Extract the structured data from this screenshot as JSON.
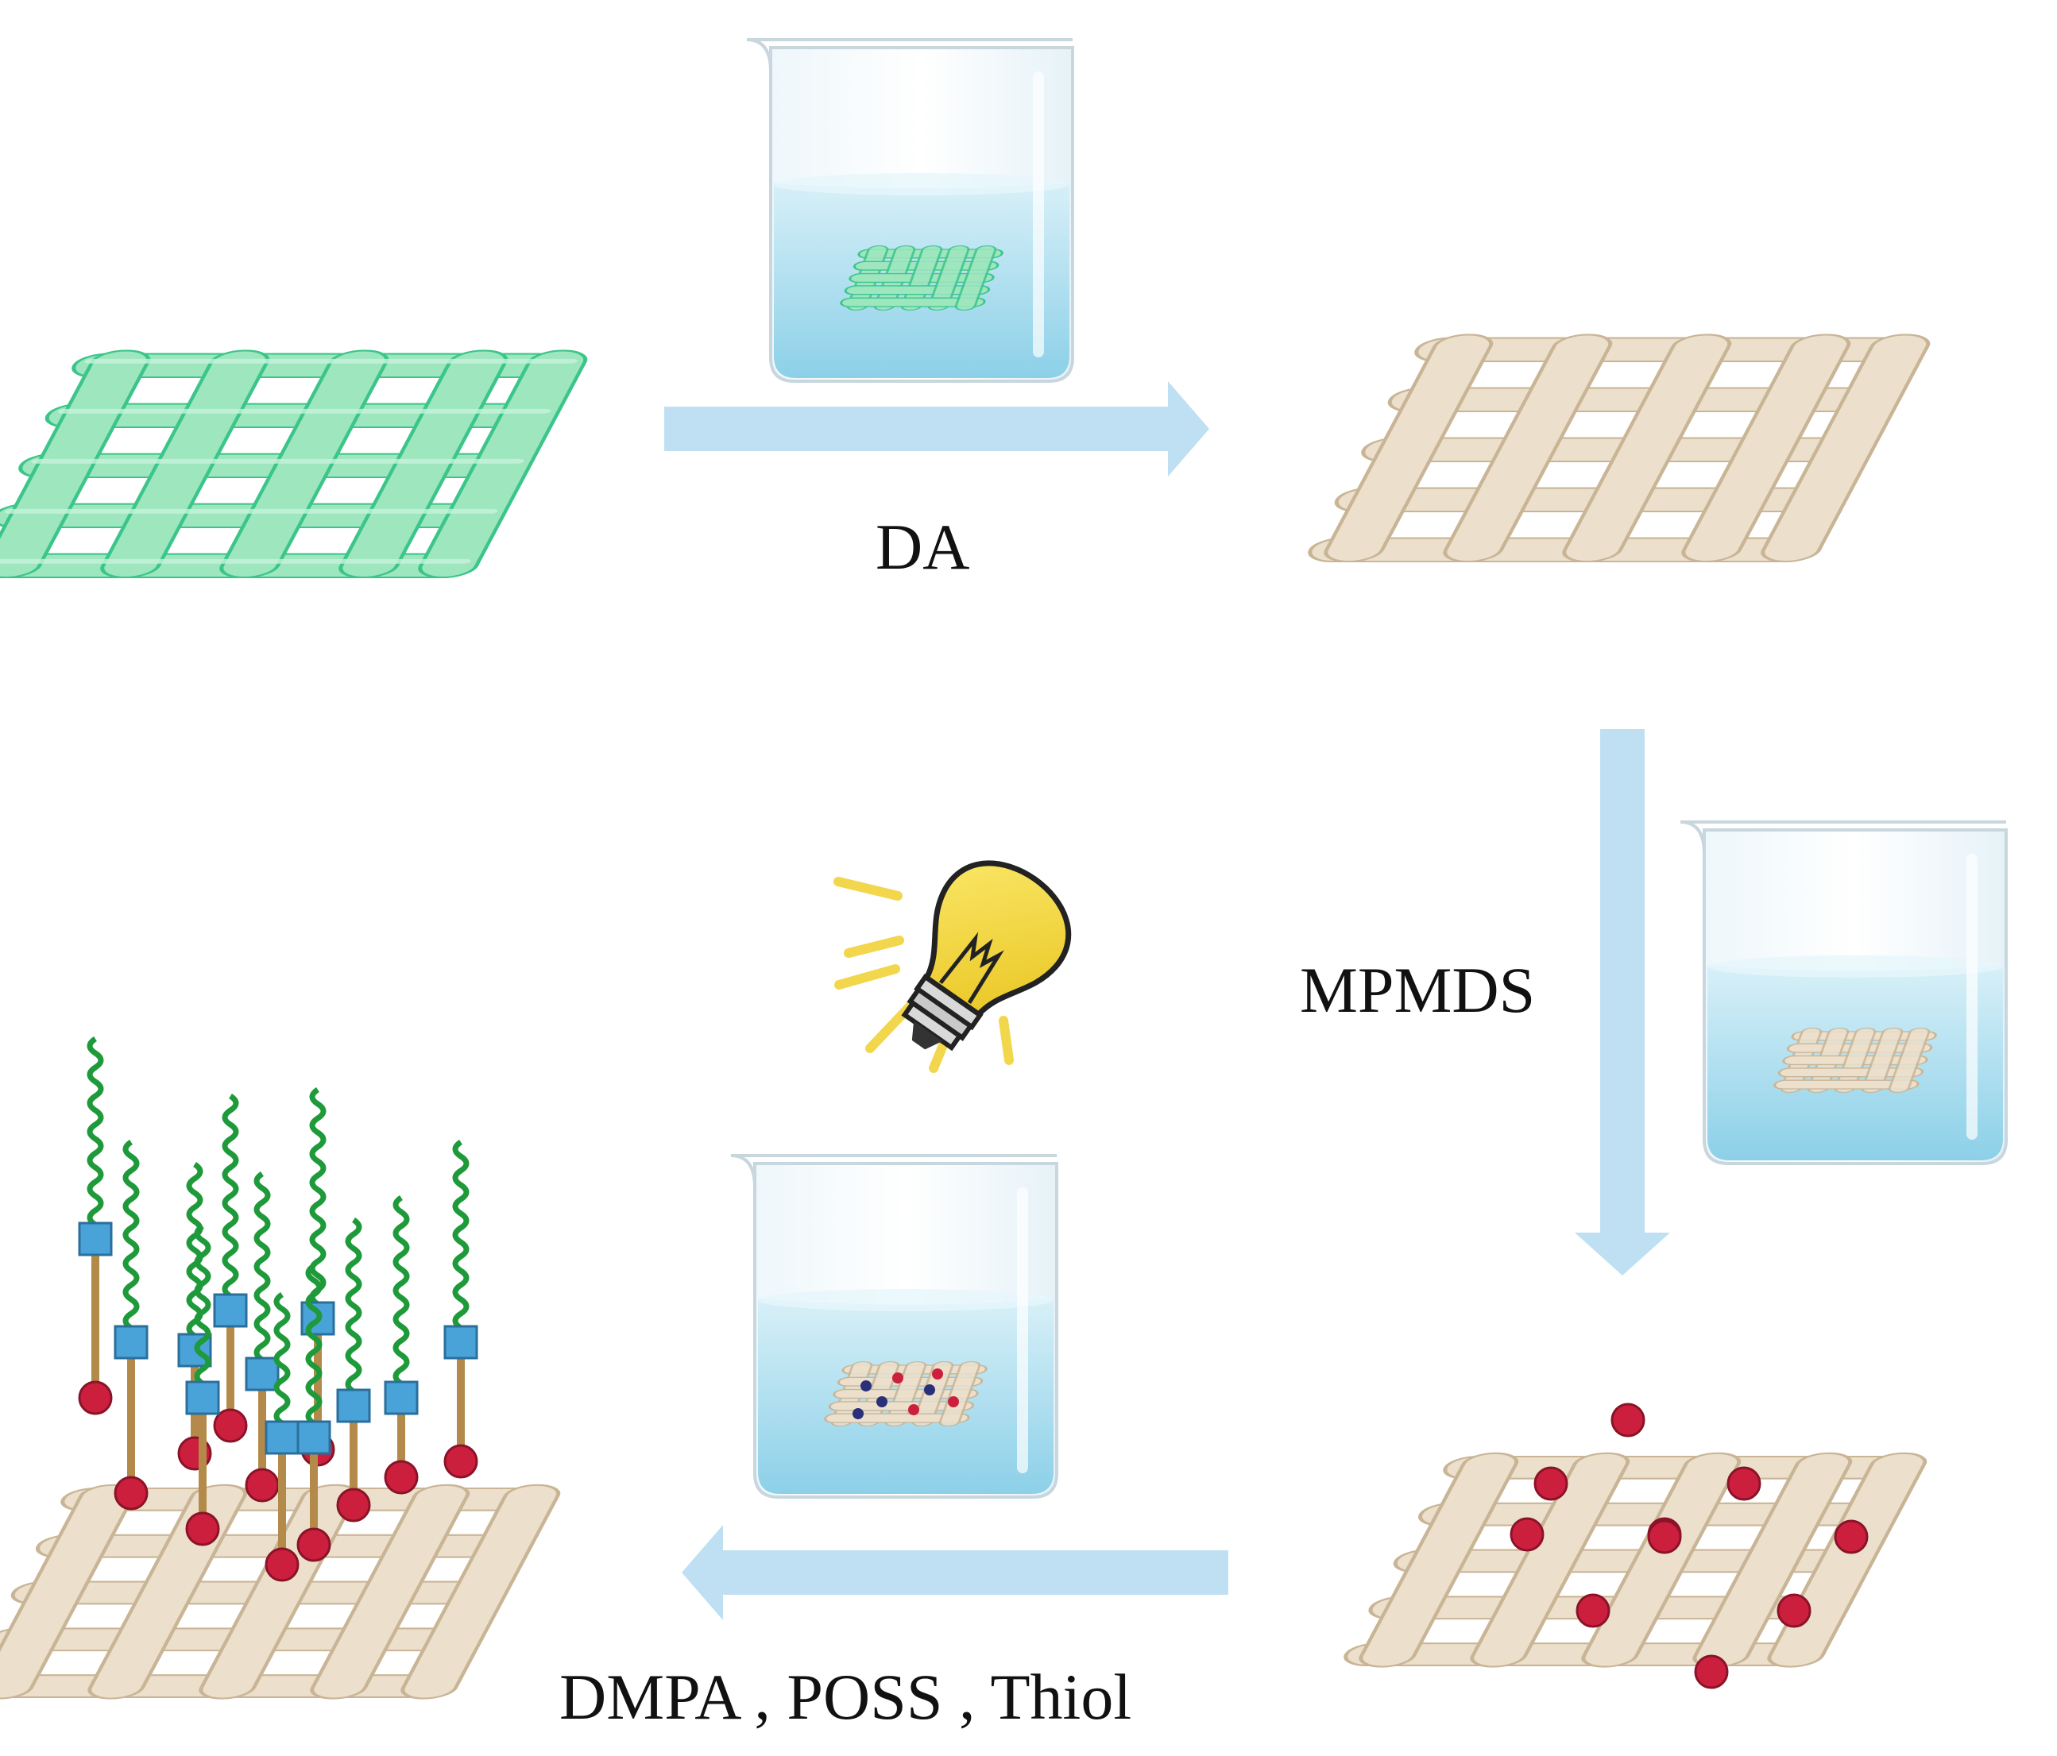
{
  "steps": {
    "step1_label": "DA",
    "step2_label": "MPMDS",
    "step3_reagents": [
      "DMPA",
      "POSS",
      "Thiol"
    ],
    "step3_separator": " , "
  },
  "colors": {
    "arrow": "#bfe0f3",
    "water_top": "#d8f0f8",
    "water_bottom": "#8cd0e8",
    "fabric_green": "#9de6be",
    "fabric_green_dark": "#3cc58a",
    "fabric_beige": "#ece0cc",
    "fabric_beige_dark": "#c9b596",
    "dot_red": "#cc1f3e",
    "cube_blue": "#4aa3d8",
    "chain_green": "#1f9a3a",
    "stem_brown": "#b38a4a",
    "bulb_yellow": "#f7dc3c",
    "ray_yellow": "#f2d64b"
  },
  "icons": [
    "beaker-icon",
    "light-bulb-icon"
  ]
}
